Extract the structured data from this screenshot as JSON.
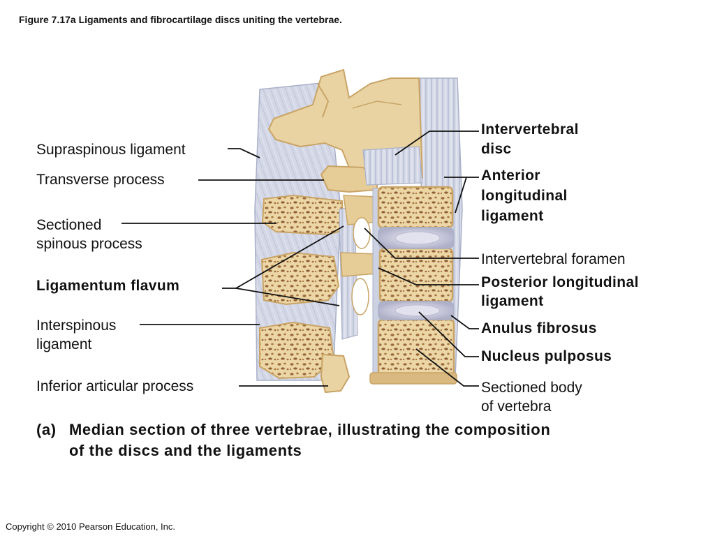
{
  "figure_title": "Figure 7.17a  Ligaments and fibrocartilage discs uniting the vertebrae.",
  "labels": {
    "supraspinous": "Supraspinous ligament",
    "transverse": "Transverse process",
    "spinous": [
      "Sectioned",
      "spinous process"
    ],
    "flavum": "Ligamentum flavum",
    "interspinous": [
      "Interspinous",
      "ligament"
    ],
    "inferior_articular": "Inferior articular process",
    "intervertebral_disc": [
      "Intervertebral",
      "disc"
    ],
    "anterior_longitudinal": [
      "Anterior",
      "longitudinal",
      "ligament"
    ],
    "intervertebral_foramen": "Intervertebral foramen",
    "posterior_longitudinal": [
      "Posterior longitudinal",
      "ligament"
    ],
    "anulus": "Anulus fibrosus",
    "nucleus": "Nucleus pulposus",
    "sectioned_body": [
      "Sectioned body",
      "of vertebra"
    ]
  },
  "caption": {
    "part": "(a)",
    "lines": [
      "Median section of three vertebrae, illustrating the composition",
      "of the discs and the ligaments"
    ]
  },
  "copyright": "Copyright © 2010 Pearson Education, Inc.",
  "colors": {
    "bone": "#e9d3a3",
    "bone_shadow": "#c9a466",
    "spongy": "#9a6a3c",
    "ligament": "#cfd4e3",
    "ligament_line": "#a9b0c8",
    "disc": "#d8d8e8",
    "leader": "#111111"
  }
}
